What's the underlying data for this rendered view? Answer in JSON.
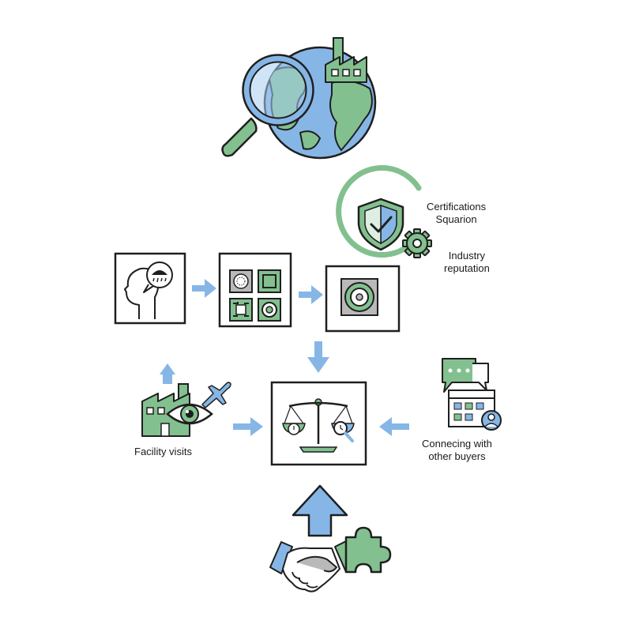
{
  "labels": {
    "certifications_line1": "Certifications",
    "certifications_line2": "Squarion",
    "industry_line1": "Industry",
    "industry_line2": "reputation",
    "facility": "Facility visits",
    "connecting_line1": "Connecing with",
    "connecting_line2": "other buyers"
  },
  "colors": {
    "green": "#83c08f",
    "blue": "#86b6e6",
    "blue_light": "#a9cdf0",
    "outline": "#1f1f1f",
    "gray": "#9a9a9a"
  },
  "icons": [
    "globe-icon",
    "magnifier-icon",
    "factory-icon",
    "shield-check-icon",
    "gear-icon",
    "thinking-person-icon",
    "component-grid-icon",
    "speaker-module-icon",
    "balance-scale-icon",
    "facility-eye-icon",
    "airplane-icon",
    "chat-bubbles-icon",
    "dashboard-user-icon",
    "handshake-icon",
    "puzzle-piece-icon",
    "arrow-right-icon",
    "arrow-down-icon",
    "arrow-up-icon",
    "arrow-left-icon"
  ]
}
